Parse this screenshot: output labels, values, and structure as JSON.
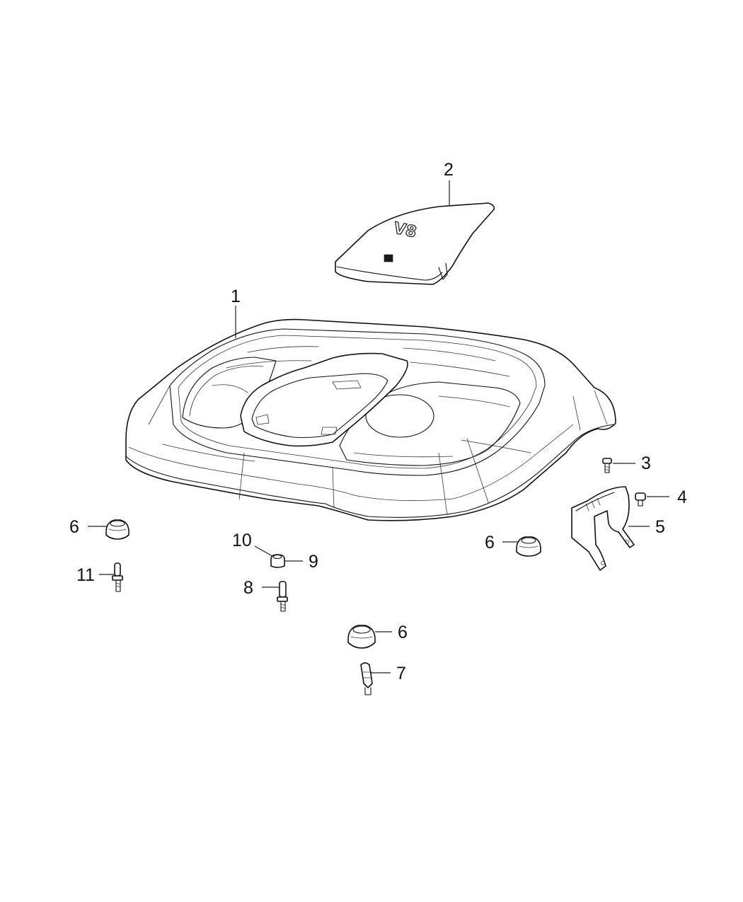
{
  "emblem": {
    "text": "V8"
  },
  "callouts": {
    "c1": "1",
    "c2": "2",
    "c3": "3",
    "c4": "4",
    "c5": "5",
    "c6a": "6",
    "c6b": "6",
    "c6c": "6",
    "c7": "7",
    "c8": "8",
    "c9": "9",
    "c10": "10",
    "c11": "11"
  }
}
